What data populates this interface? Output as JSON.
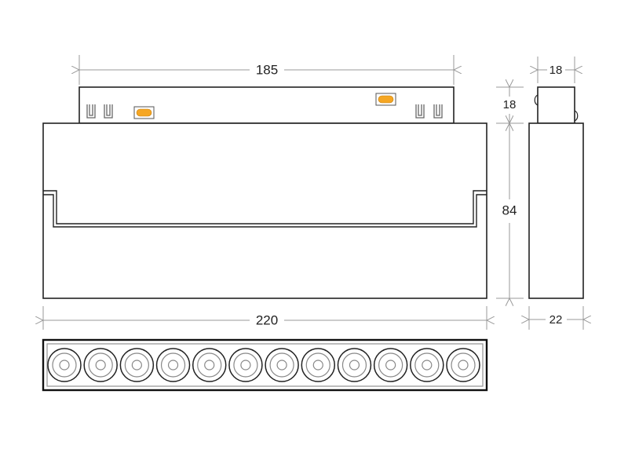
{
  "title": "Linear track light dimension drawing",
  "dimensions": {
    "connector_length": "185",
    "body_length": "220",
    "body_height": "84",
    "connector_height": "18",
    "connector_width": "18",
    "body_width": "22"
  },
  "lens_count": 12,
  "colors": {
    "line": "#222222",
    "dimension_line": "#999999",
    "indicator": "#f5a623"
  }
}
